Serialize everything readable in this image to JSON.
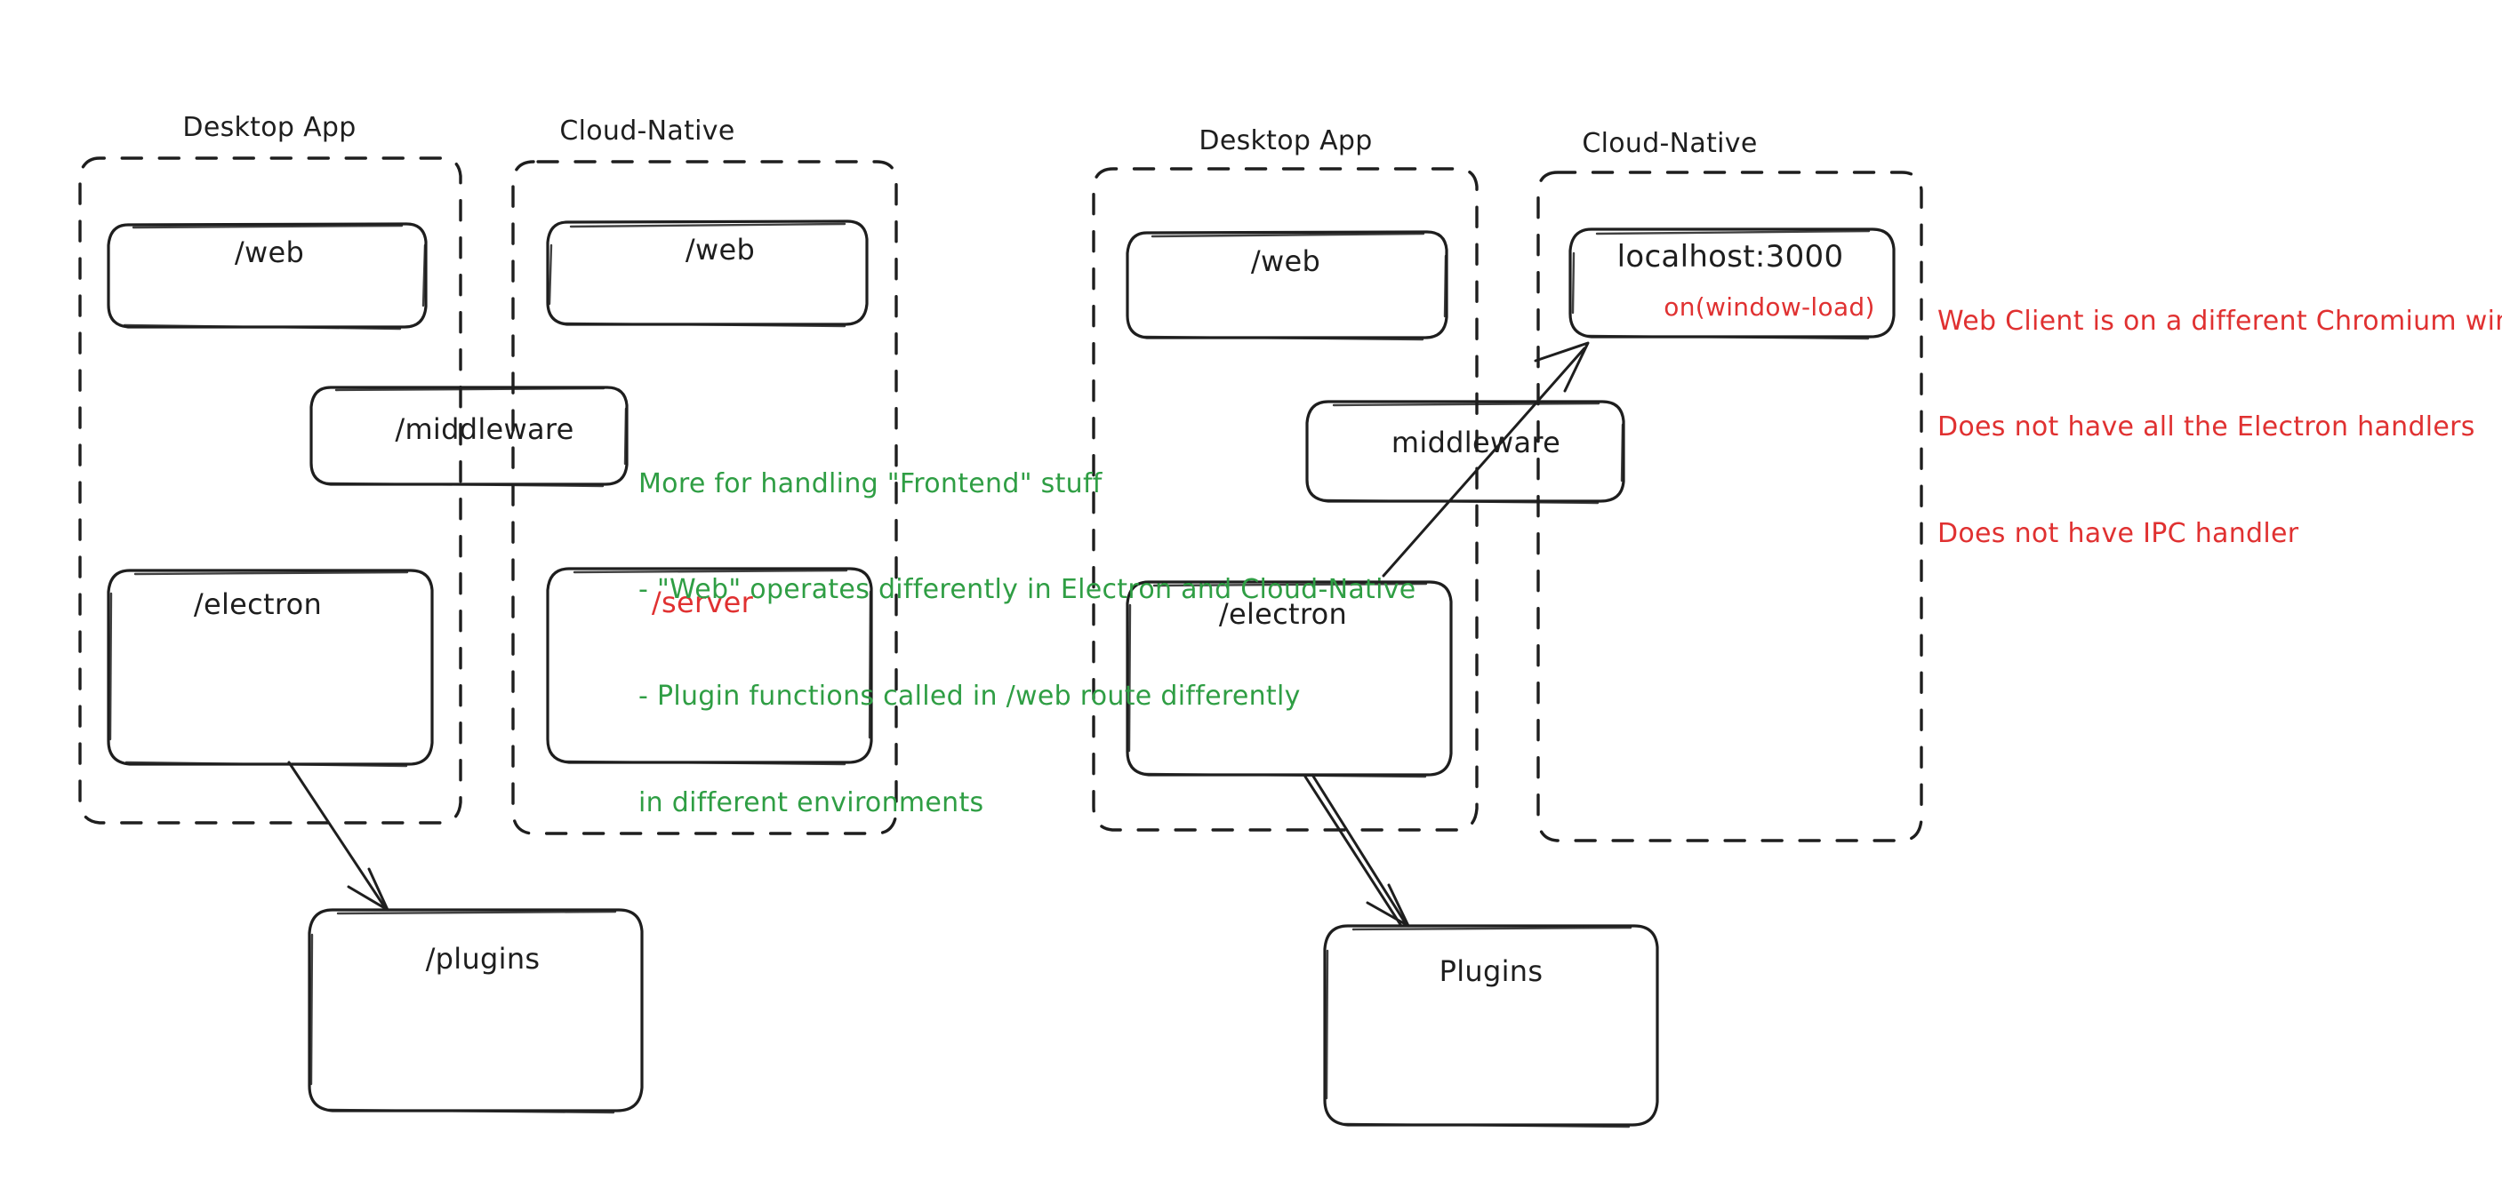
{
  "diagram": {
    "title_hidden": true,
    "colors": {
      "ink": "#1e1e1e",
      "green": "#2f9e44",
      "red": "#e03131",
      "background": "#ffffff"
    },
    "left_panel": {
      "groups": [
        {
          "id": "left-desktop-app",
          "label": "Desktop App"
        },
        {
          "id": "left-cloud-native",
          "label": "Cloud-Native"
        }
      ],
      "nodes": [
        {
          "id": "left-web-desktop",
          "label": "/web",
          "color": "ink"
        },
        {
          "id": "left-web-cloud",
          "label": "/web",
          "color": "ink"
        },
        {
          "id": "left-middleware",
          "label": "/middleware",
          "color": "ink"
        },
        {
          "id": "left-electron",
          "label": "/electron",
          "color": "ink"
        },
        {
          "id": "left-server",
          "label": "/server",
          "color": "red"
        },
        {
          "id": "left-plugins",
          "label": "/plugins",
          "color": "ink"
        }
      ],
      "edges": [
        {
          "id": "edge-left-electron-to-plugins",
          "from": "left-electron",
          "to": "left-plugins"
        }
      ],
      "annotation_green": [
        "More for handling \"Frontend\" stuff",
        "- \"Web\" operates differently in Electron and Cloud-Native",
        "- Plugin functions called in /web route differently",
        "in different environments"
      ]
    },
    "right_panel": {
      "groups": [
        {
          "id": "right-desktop-app",
          "label": "Desktop App"
        },
        {
          "id": "right-cloud-native",
          "label": "Cloud-Native"
        }
      ],
      "nodes": [
        {
          "id": "right-web",
          "label": "/web",
          "color": "ink"
        },
        {
          "id": "right-localhost",
          "label": "localhost:3000",
          "sublabel": "on(window-load)",
          "color": "ink",
          "sublabel_color": "red"
        },
        {
          "id": "right-middleware",
          "label": "middleware",
          "color": "ink"
        },
        {
          "id": "right-electron",
          "label": "/electron",
          "color": "ink"
        },
        {
          "id": "right-plugins",
          "label": "Plugins",
          "color": "ink"
        }
      ],
      "edges": [
        {
          "id": "edge-right-electron-to-localhost",
          "from": "right-electron",
          "to": "right-localhost"
        },
        {
          "id": "edge-right-electron-to-plugins",
          "from": "right-electron",
          "to": "right-plugins"
        }
      ],
      "annotation_red": [
        "Web Client is on a different Chromium window",
        "Does not have all the Electron handlers",
        "Does not have IPC handler"
      ]
    }
  }
}
